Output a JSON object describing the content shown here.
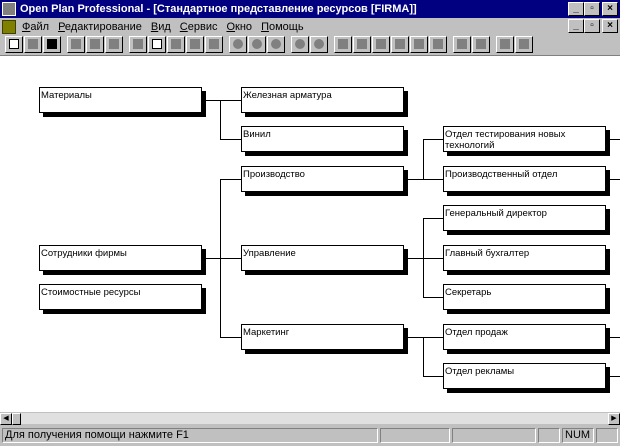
{
  "window": {
    "title": "Open Plan Professional - [Стандартное представление ресурсов [FIRMA]]"
  },
  "menu": {
    "items": [
      "Файл",
      "Редактирование",
      "Вид",
      "Сервис",
      "Окно",
      "Помощь"
    ]
  },
  "toolbar": {
    "buttons": [
      {
        "icon": "new-icon"
      },
      {
        "icon": "open-icon"
      },
      {
        "icon": "save-icon"
      },
      {
        "icon": "cut-icon",
        "sep": true
      },
      {
        "icon": "copy-icon"
      },
      {
        "icon": "paste-icon"
      },
      {
        "icon": "print-icon",
        "sep": true
      },
      {
        "icon": "print-preview-icon"
      },
      {
        "icon": "sort-icon"
      },
      {
        "icon": "help-icon"
      },
      {
        "icon": "context-help-icon"
      },
      {
        "icon": "circle-icon",
        "sep": true
      },
      {
        "icon": "circle-detail-icon"
      },
      {
        "icon": "half-circle-icon"
      },
      {
        "icon": "circle-icon",
        "sep": true
      },
      {
        "icon": "circle-icon"
      },
      {
        "icon": "add-icon",
        "sep": true
      },
      {
        "icon": "remove-icon"
      },
      {
        "icon": "link-icon"
      },
      {
        "icon": "unlink-icon"
      },
      {
        "icon": "move-down-icon"
      },
      {
        "icon": "move-up-icon"
      },
      {
        "icon": "collapse-icon",
        "sep": true
      },
      {
        "icon": "list-icon"
      },
      {
        "icon": "grid-icon",
        "sep": true
      },
      {
        "icon": "zoom-fit-icon"
      }
    ]
  },
  "tree": {
    "col1": [
      "Материалы",
      "Сотрудники фирмы",
      "Стоимостные ресурсы"
    ],
    "col2": [
      "Железная арматура",
      "Винил",
      "Производство",
      "Управление",
      "Маркетинг"
    ],
    "col3": [
      "Отдел тестирования новых технологий",
      "Производственный отдел",
      "Генеральный директор",
      "Главный бухгалтер",
      "Секретарь",
      "Отдел продаж",
      "Отдел рекламы"
    ]
  },
  "status": {
    "help": "Для получения помощи нажмите F1",
    "num": "NUM"
  }
}
